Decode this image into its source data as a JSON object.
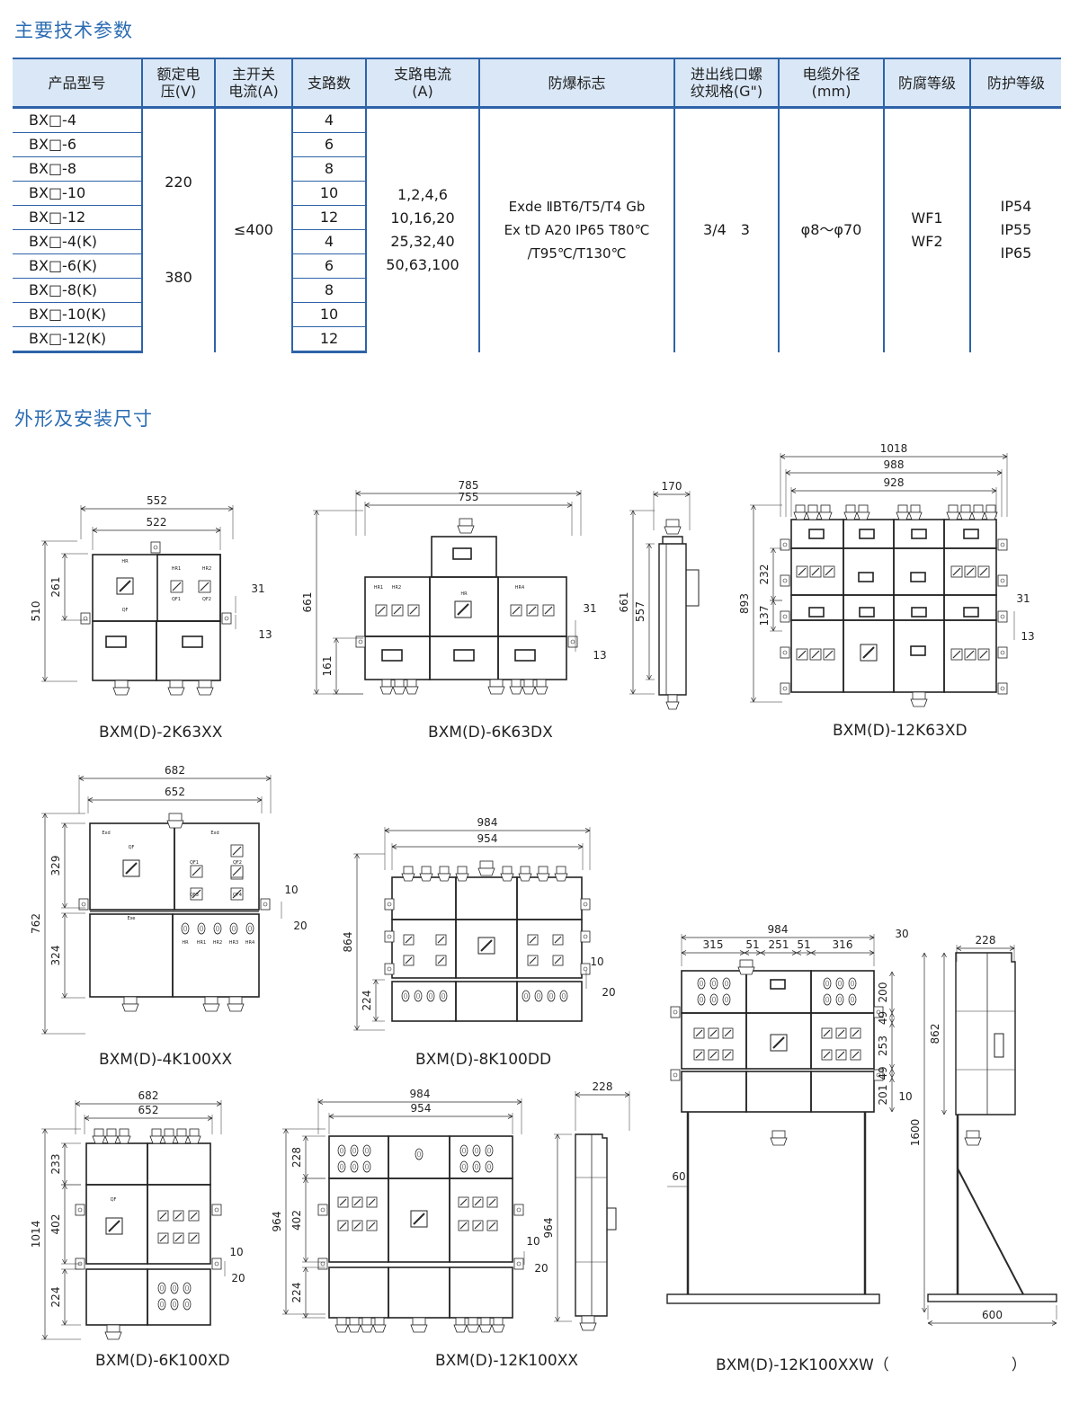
{
  "sections": {
    "specs_title": "主要技术参数",
    "dims_title": "外形及安装尺寸"
  },
  "spec_table": {
    "headers": [
      "产品型号",
      "额定电压(V)",
      "主开关电流(A)",
      "支路数",
      "支路电流(A)",
      "防爆标志",
      "进出线口螺纹规格(G\")",
      "电缆外径(mm)",
      "防腐等级",
      "防护等级"
    ],
    "header_lines": [
      [
        "产品型号"
      ],
      [
        "额定电",
        "压(V)"
      ],
      [
        "主开关",
        "电流(A)"
      ],
      [
        "支路数"
      ],
      [
        "支路电流",
        "(A)"
      ],
      [
        "防爆标志"
      ],
      [
        "进出线口螺",
        "纹规格(G\")"
      ],
      [
        "电缆外径",
        "(mm)"
      ],
      [
        "防腐等级"
      ],
      [
        "防护等级"
      ]
    ],
    "models": [
      "BX□-4",
      "BX□-6",
      "BX□-8",
      "BX□-10",
      "BX□-12",
      "BX□-4(K)",
      "BX□-6(K)",
      "BX□-8(K)",
      "BX□-10(K)",
      "BX□-12(K)"
    ],
    "branches": [
      "4",
      "6",
      "8",
      "10",
      "12",
      "4",
      "6",
      "8",
      "10",
      "12"
    ],
    "voltage_1": "220",
    "voltage_2": "380",
    "main_current": "≤400",
    "branch_current": [
      "1,2,4,6",
      "10,16,20",
      "25,32,40",
      "50,63,100"
    ],
    "ex_marking": [
      "Exde ⅡBT6/T5/T4 Gb",
      "Ex tD A20 IP65 T80℃",
      "/T95℃/T130℃"
    ],
    "thread_spec": "3/4　3",
    "cable_diameter": "φ8～φ70",
    "anticorrosion": [
      "WF1",
      "WF2"
    ],
    "protection": [
      "IP54",
      "IP55",
      "IP65"
    ]
  },
  "drawings": {
    "d1": {
      "caption": "BXM(D)-2K63XX",
      "dims": {
        "outer_w": "552",
        "inner_w": "522",
        "height": "510",
        "upper_h": "261",
        "d31": "31",
        "d13": "13"
      }
    },
    "d2": {
      "caption": "BXM(D)-6K63DX",
      "dims": {
        "outer_w": "785",
        "inner_w": "755",
        "height": "661",
        "lower_h": "161",
        "d31": "31",
        "d13": "13"
      }
    },
    "d3": {
      "dims": {
        "depth": "170",
        "height": "661",
        "inner_h": "557"
      }
    },
    "d4": {
      "caption": "BXM(D)-12K63XD",
      "dims": {
        "w1": "1018",
        "w2": "988",
        "w3": "928",
        "height": "893",
        "h1": "232",
        "h2": "137",
        "d31": "31",
        "d13": "13"
      }
    },
    "d5": {
      "caption": "BXM(D)-4K100XX",
      "dims": {
        "outer_w": "682",
        "inner_w": "652",
        "height": "762",
        "upper_h": "329",
        "lower_h": "324",
        "d10": "10",
        "d20": "20"
      }
    },
    "d6": {
      "caption": "BXM(D)-8K100DD",
      "dims": {
        "outer_w": "984",
        "inner_w": "954",
        "height": "864",
        "lower_h": "224",
        "d10": "10",
        "d20": "20"
      }
    },
    "d7": {
      "caption": "BXM(D)-12K100XXW（　　　　　　　　）",
      "dims": {
        "total_w": "984",
        "s315": "315",
        "s51a": "51",
        "s251": "251",
        "s51b": "51",
        "s316": "316",
        "d30": "30",
        "d200": "200",
        "d49a": "49",
        "d253": "253",
        "d49b": "49",
        "d201": "201",
        "d10": "10",
        "d60": "60"
      }
    },
    "d8": {
      "dims": {
        "depth": "228",
        "h862": "862",
        "h1600": "1600",
        "base": "600"
      }
    },
    "d9": {
      "caption": "BXM(D)-6K100XD",
      "dims": {
        "outer_w": "682",
        "inner_w": "652",
        "height": "1014",
        "h233": "233",
        "h402": "402",
        "h224": "224",
        "d10": "10",
        "d20": "20"
      }
    },
    "d10": {
      "caption": "BXM(D)-12K100XX",
      "dims": {
        "outer_w": "984",
        "inner_w": "954",
        "height": "964",
        "h228": "228",
        "h402": "402",
        "h224": "224",
        "d10": "10",
        "d20": "20"
      }
    },
    "d11": {
      "dims": {
        "depth": "228",
        "height": "964"
      }
    }
  },
  "drawing_labels": {
    "exd": "Exd",
    "exe": "Exe",
    "qf": "QF",
    "hr": "HR",
    "qf_seq": [
      "QF1",
      "QF2",
      "QF3",
      "QF4"
    ],
    "hr_seq": [
      "HR",
      "HR1",
      "HR2",
      "HR3",
      "HR4"
    ]
  }
}
